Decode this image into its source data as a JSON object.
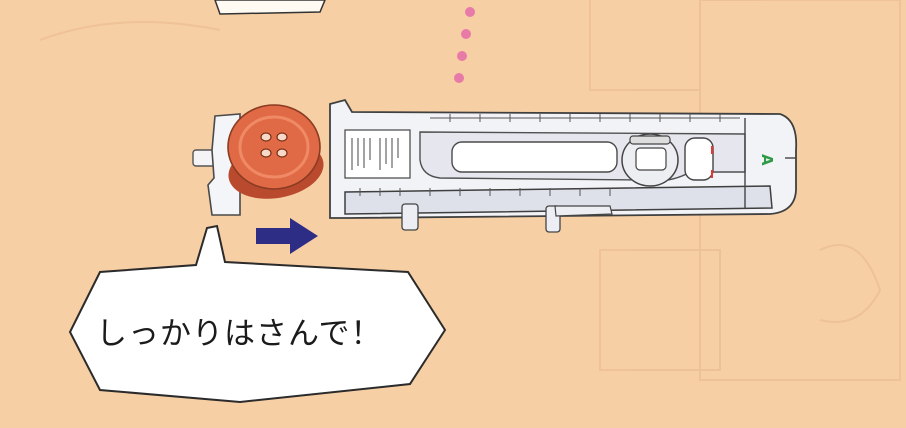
{
  "bubble": {
    "text": "しっかりはさんで！"
  },
  "foot": {
    "indicator_letter": "A"
  },
  "colors": {
    "background": "#f7cfa4",
    "button": "#e06a45",
    "arrow": "#2e2d86",
    "dots": "#e87aa8",
    "indicator": "#2f9a46",
    "foot_body": "#f2f3f6"
  },
  "icons": {
    "direction": "right-arrow-icon",
    "guide": "dotted-line"
  }
}
